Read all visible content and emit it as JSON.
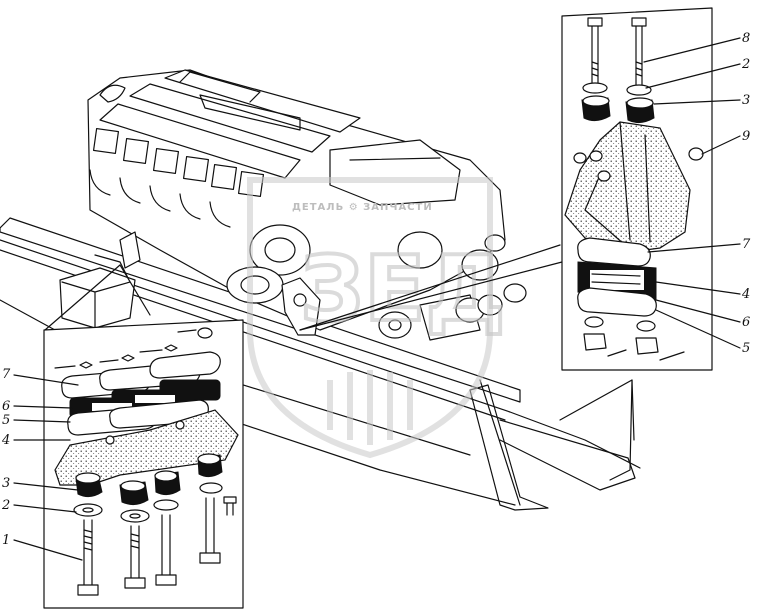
{
  "watermark": {
    "text": "ДЕТАЛЬ ⚙ ЗАПЧАСТИ",
    "letters": "ЗЕД"
  },
  "left_inset": {
    "callouts": [
      "7",
      "6",
      "5",
      "4",
      "3",
      "2",
      "1"
    ]
  },
  "right_inset": {
    "callouts": [
      "8",
      "2",
      "3",
      "9",
      "7",
      "4",
      "6",
      "5"
    ]
  },
  "colors": {
    "line": "#111111",
    "watermark": "#c8c8c8"
  }
}
